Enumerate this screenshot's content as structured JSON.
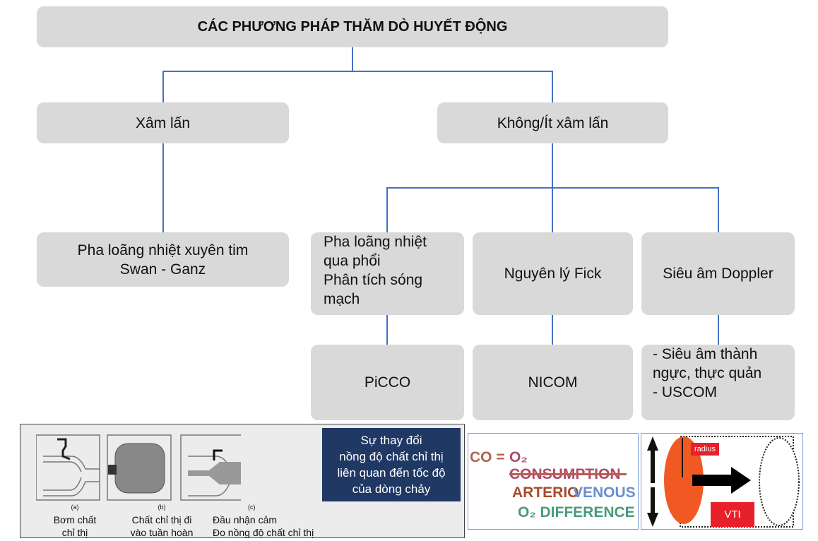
{
  "title": "CÁC PHƯƠNG PHÁP THĂM DÒ HUYẾT ĐỘNG",
  "branches": {
    "invasive": "Xâm lấn",
    "noninvasive": "Không/Ít xâm lấn"
  },
  "methods": {
    "swan": [
      "Pha loãng nhiệt xuyên tim",
      "Swan - Ganz"
    ],
    "transpulm": [
      "Pha loãng nhiệt",
      "qua phổi",
      "Phân tích sóng",
      "mạch"
    ],
    "fick": "Nguyên lý Fick",
    "doppler": "Siêu âm Doppler"
  },
  "devices": {
    "picco": "PiCCO",
    "nicom": "NICOM",
    "echo": [
      "- Siêu âm thành",
      "ngực, thực quản",
      "- USCOM"
    ]
  },
  "illustration": {
    "steps": [
      {
        "tag": "(a)",
        "lines": [
          "Bơm chất",
          "chỉ thị"
        ]
      },
      {
        "tag": "(b)",
        "lines": [
          "Chất chỉ thị đi",
          "vào tuần hoàn"
        ]
      },
      {
        "tag": "(c)",
        "lines": [
          "Đầu nhận cảm",
          "Đo nồng độ chất chỉ thị"
        ]
      }
    ],
    "note": [
      "Sự thay đổi",
      "nồng độ chất chỉ thị",
      "liên quan đến tốc độ",
      "của dòng chảy"
    ]
  },
  "fick_formula": {
    "lhs": "CO =",
    "numerator": "O₂ CONSUMPTION",
    "den1a": "ARTERIO",
    "den1b": "VENOUS",
    "den2": "O₂ DIFFERENCE"
  },
  "doppler_labels": {
    "radius": "radius",
    "vti": "VTI"
  },
  "colors": {
    "box": "#d9d9d9",
    "connector": "#4472c4",
    "note_bg": "#1f3864",
    "orange": "#f05a22",
    "red": "#e8202a"
  }
}
